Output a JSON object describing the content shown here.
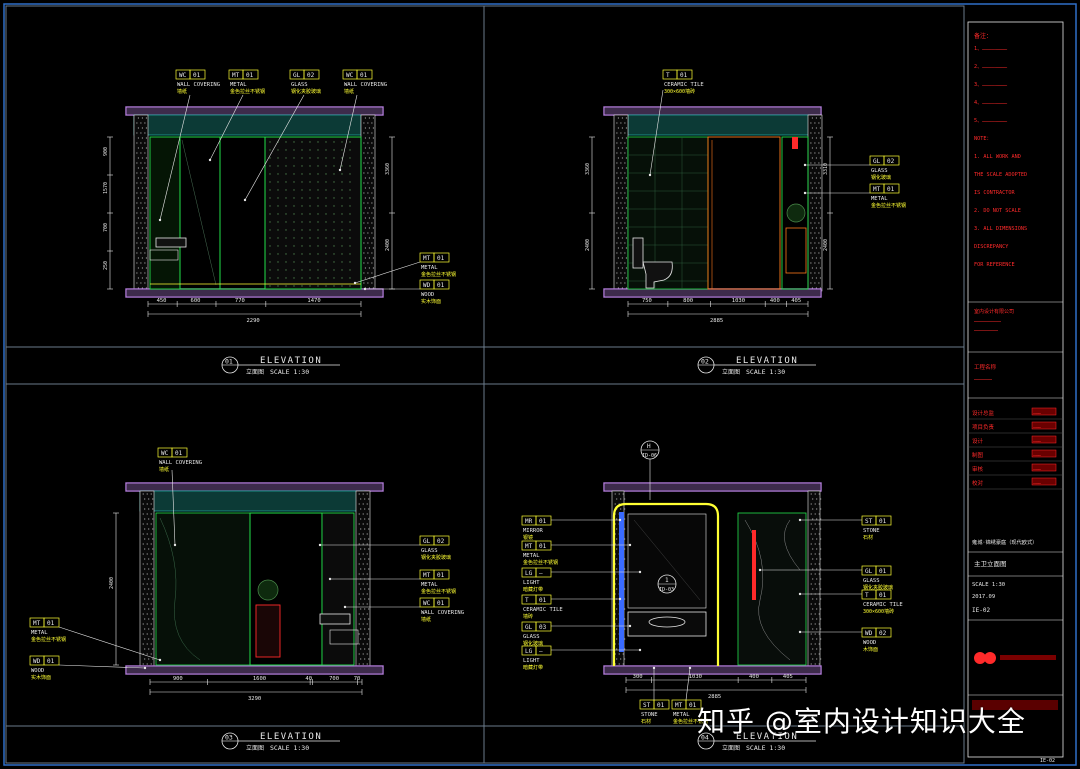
{
  "views": [
    {
      "num": "01",
      "title": "ELEVATION",
      "cn": "立面图",
      "scale": "SCALE 1:30",
      "tags": [
        {
          "code": "WC",
          "num": "01",
          "en": "WALL COVERING",
          "cn": "墙纸"
        },
        {
          "code": "MT",
          "num": "01",
          "en": "METAL",
          "cn": "金色拉丝不锈钢"
        },
        {
          "code": "GL",
          "num": "02",
          "en": "GLASS",
          "cn": "钢化夹胶玻璃"
        },
        {
          "code": "WC",
          "num": "01",
          "en": "WALL COVERING",
          "cn": "墙纸"
        },
        {
          "code": "MT",
          "num": "01",
          "en": "METAL",
          "cn": "金色拉丝不锈钢"
        },
        {
          "code": "WD",
          "num": "01",
          "en": "WOOD",
          "cn": "实木饰面"
        }
      ],
      "dims_bottom": [
        "450",
        "600",
        "770",
        "1470"
      ],
      "dim_total": "2290",
      "dims_left": [
        "900",
        "1570",
        "700",
        "250"
      ],
      "dims_right": [
        "3360",
        "2400"
      ]
    },
    {
      "num": "02",
      "title": "ELEVATION",
      "cn": "立面图",
      "scale": "SCALE 1:30",
      "tags": [
        {
          "code": "T",
          "num": "01",
          "en": "CERAMIC TILE",
          "cn": "300×600墙砖"
        },
        {
          "code": "GL",
          "num": "02",
          "en": "GLASS",
          "cn": "钢化玻璃"
        },
        {
          "code": "MT",
          "num": "01",
          "en": "METAL",
          "cn": "金色拉丝不锈钢"
        }
      ],
      "dims_bottom": [
        "750",
        "800",
        "1030",
        "400",
        "405"
      ],
      "dim_total": "2885",
      "dims_left": [
        "3360",
        "2400"
      ],
      "dims_right": [
        "3310",
        "2400"
      ]
    },
    {
      "num": "03",
      "title": "ELEVATION",
      "cn": "立面图",
      "scale": "SCALE 1:30",
      "tags": [
        {
          "code": "WC",
          "num": "01",
          "en": "WALL COVERING",
          "cn": "墙纸"
        },
        {
          "code": "GL",
          "num": "02",
          "en": "GLASS",
          "cn": "钢化夹胶玻璃"
        },
        {
          "code": "MT",
          "num": "01",
          "en": "METAL",
          "cn": "金色拉丝不锈钢"
        },
        {
          "code": "WC",
          "num": "01",
          "en": "WALL COVERING",
          "cn": "墙纸"
        },
        {
          "code": "MT",
          "num": "01",
          "en": "METAL",
          "cn": "金色拉丝不锈钢"
        },
        {
          "code": "WD",
          "num": "01",
          "en": "WOOD",
          "cn": "实木饰面"
        }
      ],
      "dims_bottom": [
        "900",
        "1600",
        "40",
        "700",
        "70"
      ],
      "dim_total": "3290",
      "dims_left": [
        "2400"
      ],
      "dims_right": []
    },
    {
      "num": "04",
      "title": "ELEVATION",
      "cn": "立面图",
      "scale": "SCALE 1:30",
      "ref_top": {
        "letter": "H",
        "sheet": "ID-06"
      },
      "ref_mid": {
        "letter": "1",
        "sheet": "ID-03"
      },
      "tags": [
        {
          "code": "MR",
          "num": "01",
          "en": "MIRROR",
          "cn": "银镜"
        },
        {
          "code": "MT",
          "num": "01",
          "en": "METAL",
          "cn": "金色拉丝不锈钢"
        },
        {
          "code": "LG",
          "num": "—",
          "en": "LIGHT",
          "cn": "暗藏灯带"
        },
        {
          "code": "T",
          "num": "01",
          "en": "CERAMIC TILE",
          "cn": "墙砖"
        },
        {
          "code": "GL",
          "num": "03",
          "en": "GLASS",
          "cn": "钢化玻璃"
        },
        {
          "code": "LG",
          "num": "—",
          "en": "LIGHT",
          "cn": "暗藏灯带"
        },
        {
          "code": "ST",
          "num": "01",
          "en": "STONE",
          "cn": "石材"
        },
        {
          "code": "GL",
          "num": "01",
          "en": "GLASS",
          "cn": "钢化夹胶玻璃"
        },
        {
          "code": "T",
          "num": "01",
          "en": "CERAMIC TILE",
          "cn": "300×600墙砖"
        },
        {
          "code": "WD",
          "num": "02",
          "en": "WOOD",
          "cn": "木饰面"
        },
        {
          "code": "ST",
          "num": "01",
          "en": "STONE",
          "cn": "石材"
        },
        {
          "code": "MT",
          "num": "01",
          "en": "METAL",
          "cn": "金色拉丝不锈钢"
        }
      ],
      "dims_bottom": [
        "300",
        "1030",
        "400",
        "405"
      ],
      "dim_total": "2885",
      "dims_left": [],
      "dims_right": []
    }
  ],
  "titleblock": {
    "notes_heading": "备注：",
    "notes_lines": [
      "1、……………………",
      "2、……………………",
      "3、……………………",
      "4、……………………",
      "5、……………………",
      "NOTE：",
      "1. ALL WORK AND",
      "THE SCALE ADOPTED",
      "IS CONTRACTOR",
      "2. DO NOT SCALE",
      "3. ALL DIMENSIONS",
      "DISCREPANCY",
      "FOR REFERENCE"
    ],
    "company_lines": [
      "室内设计有限公司",
      "………………………",
      "……………………"
    ],
    "client_label": "工程名称",
    "client_value": "………………",
    "rows": [
      {
        "k": "设计总监",
        "v": "………"
      },
      {
        "k": "项目负责",
        "v": "………"
      },
      {
        "k": "设计",
        "v": "………"
      },
      {
        "k": "制图",
        "v": "………"
      },
      {
        "k": "审核",
        "v": "………"
      },
      {
        "k": "校对",
        "v": "………"
      }
    ],
    "project_name": "雍城·锦绣豪庭（现代欧式）",
    "drawing_name": "主卫立面图",
    "scale_label": "SCALE 1:30",
    "date_label": "2017.09",
    "sheet_no": "IE-02",
    "page_code": "IE-02"
  },
  "watermark": "知乎 @室内设计知识大全",
  "colors": {
    "frame": "#2f6fc8",
    "grid": "#6a7a8a",
    "wall_purple": "#b07ad8",
    "ceiling_teal": "#1fa39a",
    "green": "#22e04a",
    "yellow": "#ffff33",
    "white": "#e8e8e8",
    "red": "#ff2a2a",
    "cyan": "#2ee8ff",
    "orange": "#ff7a1a",
    "blue": "#3a6bff"
  }
}
